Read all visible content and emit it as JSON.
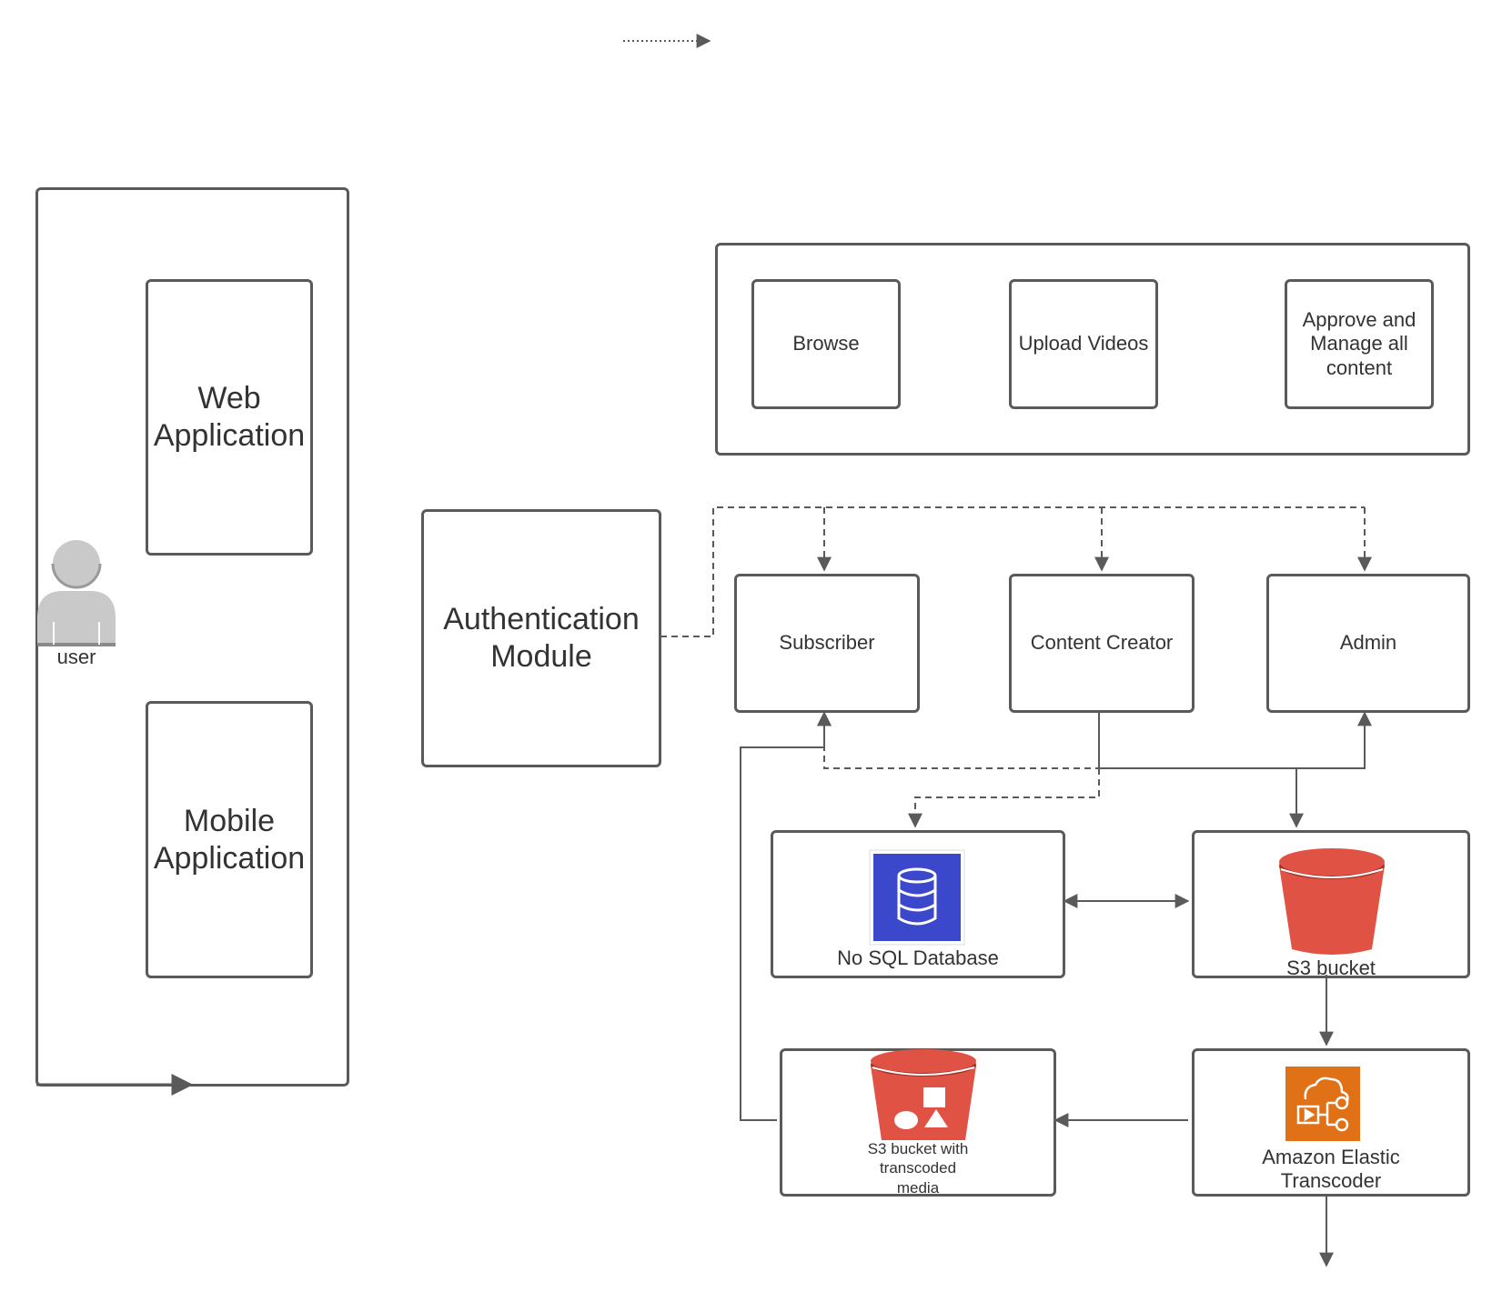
{
  "client": {
    "web_app": "Web Application",
    "mobile_app": "Mobile Application",
    "user_label": "user"
  },
  "features": {
    "browse": "Browse",
    "upload": "Upload Videos",
    "approve": "Approve and Manage all content"
  },
  "auth": {
    "module": "Authentication Module"
  },
  "roles": {
    "subscriber": "Subscriber",
    "creator": "Content Creator",
    "admin": "Admin"
  },
  "storage": {
    "nosql": "No SQL Database",
    "s3": "S3 bucket",
    "s3_transcoded": "S3 bucket with transcoded media",
    "transcoder": "Amazon Elastic Transcoder"
  },
  "colors": {
    "stroke": "#5a5a5a",
    "db_blue": "#3b48cc",
    "s3_red": "#e05243",
    "transcoder_orange": "#e07116",
    "user_gray": "#c9c9c9"
  },
  "icons": {
    "user": "user-icon",
    "database": "database-icon",
    "s3": "s3-bucket-icon",
    "s3_media": "s3-media-bucket-icon",
    "transcoder": "elastic-transcoder-icon"
  }
}
